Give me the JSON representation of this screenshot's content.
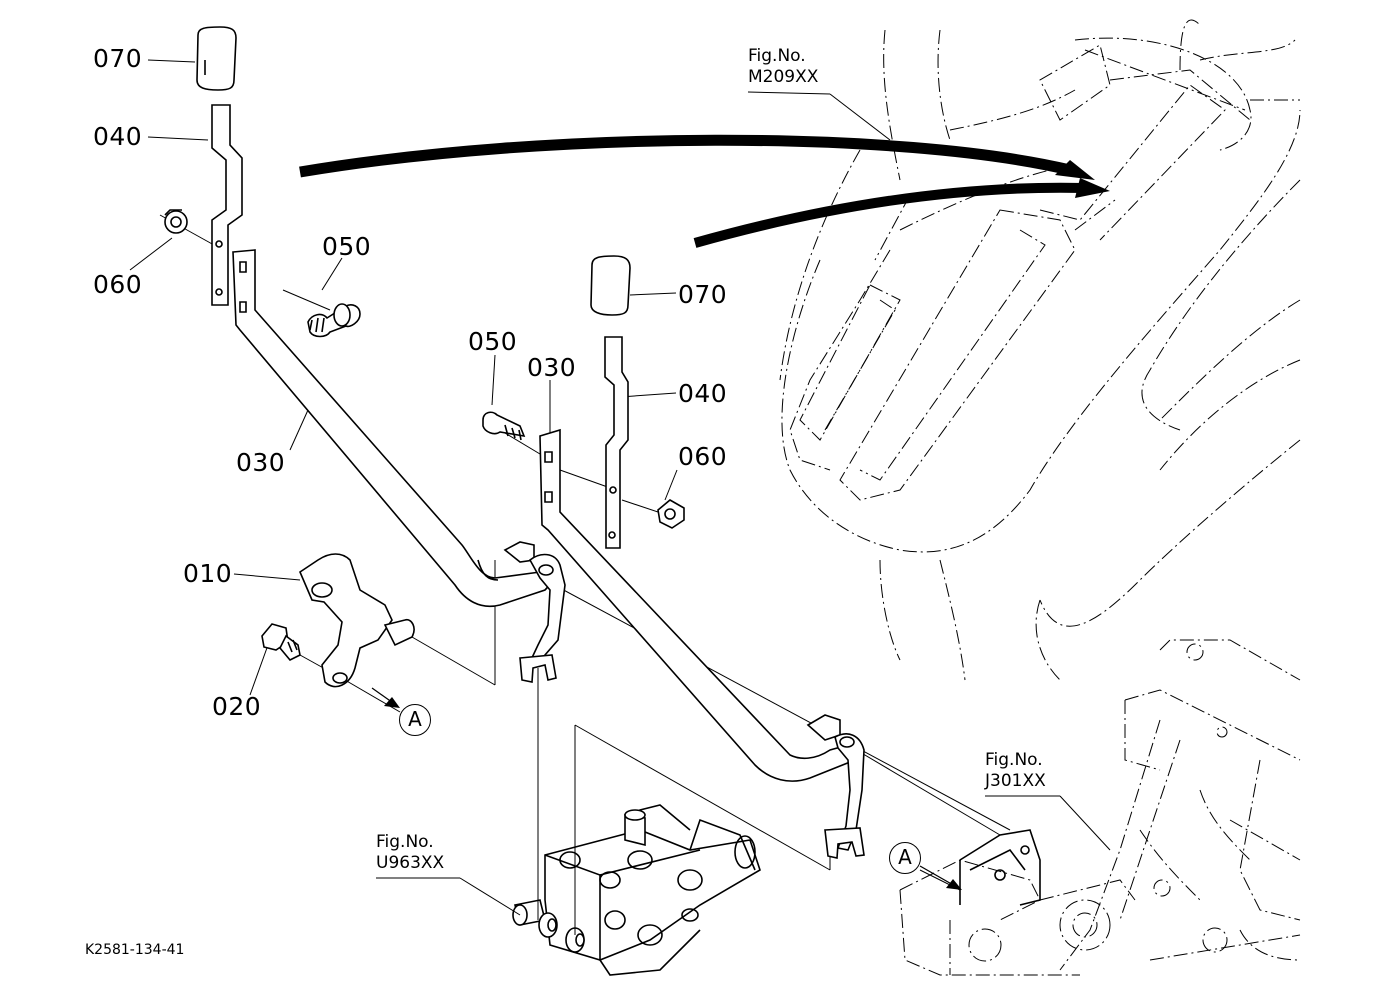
{
  "part_labels": [
    {
      "id": "lbl-070-a",
      "text": "070"
    },
    {
      "id": "lbl-040-a",
      "text": "040"
    },
    {
      "id": "lbl-060-a",
      "text": "060"
    },
    {
      "id": "lbl-050-a",
      "text": "050"
    },
    {
      "id": "lbl-030-a",
      "text": "030"
    },
    {
      "id": "lbl-070-b",
      "text": "070"
    },
    {
      "id": "lbl-050-b",
      "text": "050"
    },
    {
      "id": "lbl-030-b",
      "text": "030"
    },
    {
      "id": "lbl-040-b",
      "text": "040"
    },
    {
      "id": "lbl-060-b",
      "text": "060"
    },
    {
      "id": "lbl-010",
      "text": "010"
    },
    {
      "id": "lbl-020",
      "text": "020"
    }
  ],
  "figure_refs": [
    {
      "prefix": "Fig.No.",
      "number": "M209XX"
    },
    {
      "prefix": "Fig.No.",
      "number": "J301XX"
    },
    {
      "prefix": "Fig.No.",
      "number": "U963XX"
    }
  ],
  "callouts": [
    "A",
    "A"
  ],
  "drawing_code": "K2581-134-41"
}
